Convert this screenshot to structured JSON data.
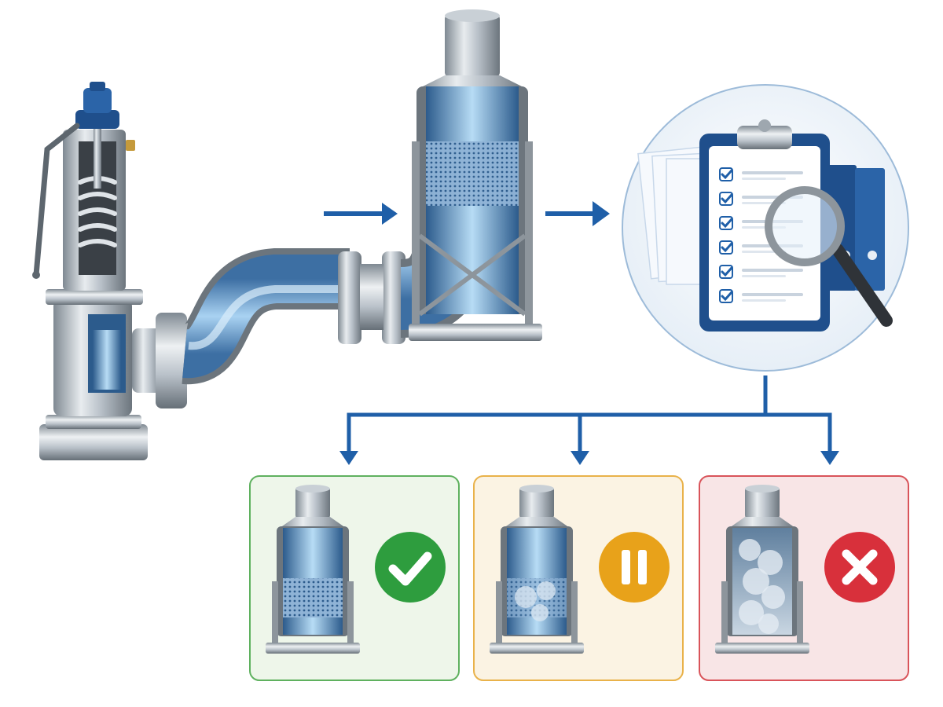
{
  "diagram": {
    "nodes": [
      {
        "id": "safety-relief-valve",
        "icon": "safety-valve-cutaway-icon"
      },
      {
        "id": "discharge-pipe",
        "icon": "flanged-pipe-elbow-icon"
      },
      {
        "id": "silencer",
        "icon": "silencer-vessel-cutaway-icon"
      },
      {
        "id": "inspection-records",
        "icon": "clipboard-checklist-magnifier-icon",
        "checklist_items": 6
      },
      {
        "id": "outcome-pass",
        "icon": "silencer-clean-icon",
        "status_icon": "check-circle-icon",
        "status_color": "#2e9d3e",
        "panel_border": "#5fb15f",
        "panel_fill": "#eef6ea"
      },
      {
        "id": "outcome-hold",
        "icon": "silencer-partial-icon",
        "status_icon": "pause-circle-icon",
        "status_color": "#e8a21a",
        "panel_border": "#e9b24a",
        "panel_fill": "#fbf3e3"
      },
      {
        "id": "outcome-fail",
        "icon": "silencer-clogged-icon",
        "status_icon": "x-circle-icon",
        "status_color": "#d8303b",
        "panel_border": "#d9545a",
        "panel_fill": "#f8e5e6"
      }
    ],
    "connectors": [
      {
        "from": "flow",
        "to": "silencer",
        "icon": "arrow-right-icon"
      },
      {
        "from": "silencer",
        "to": "inspection-records",
        "icon": "arrow-right-icon"
      },
      {
        "from": "inspection-records",
        "to": "outcome-pass",
        "icon": "arrow-down-icon"
      },
      {
        "from": "inspection-records",
        "to": "outcome-hold",
        "icon": "arrow-down-icon"
      },
      {
        "from": "inspection-records",
        "to": "outcome-fail",
        "icon": "arrow-down-icon"
      }
    ],
    "colors": {
      "accent_blue": "#1f5fa8",
      "steel": "#b9c1c9",
      "flow": "#8fc2ea"
    }
  }
}
